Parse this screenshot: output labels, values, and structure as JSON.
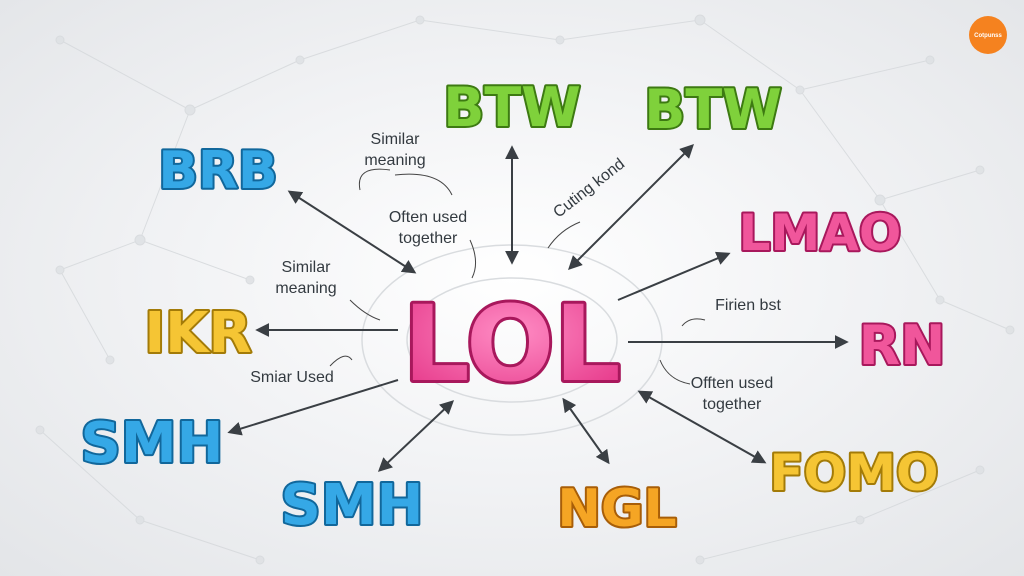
{
  "center": {
    "label": "LOL"
  },
  "nodes": [
    {
      "id": "btw-1",
      "label": "BTW",
      "color": "#7fd13b"
    },
    {
      "id": "btw-2",
      "label": "BTW",
      "color": "#7fd13b"
    },
    {
      "id": "brb",
      "label": "BRB",
      "color": "#35a8e6"
    },
    {
      "id": "lmao",
      "label": "LMAO",
      "color": "#f0569b"
    },
    {
      "id": "ikr",
      "label": "IKR",
      "color": "#f5c534"
    },
    {
      "id": "rn",
      "label": "RN",
      "color": "#f0569b"
    },
    {
      "id": "smh-1",
      "label": "SMH",
      "color": "#35a8e6"
    },
    {
      "id": "smh-2",
      "label": "SMH",
      "color": "#35a8e6"
    },
    {
      "id": "ngl",
      "label": "NGL",
      "color": "#f5a524"
    },
    {
      "id": "fomo",
      "label": "FOMO",
      "color": "#f5c534"
    }
  ],
  "annotations": {
    "similar_meaning_top": [
      "Similar",
      "meaning"
    ],
    "often_used_together_top": [
      "Often used",
      "together"
    ],
    "cutting_kond": "Cuting kond",
    "similar_meaning_left": [
      "Similar",
      "meaning"
    ],
    "friend_bst": "Firien bst",
    "smiar_used": "Smiar Used",
    "often_used_together_right": [
      "Offten used",
      "together"
    ]
  },
  "badge": {
    "label": "Cotpunss",
    "color": "#f5821f"
  }
}
